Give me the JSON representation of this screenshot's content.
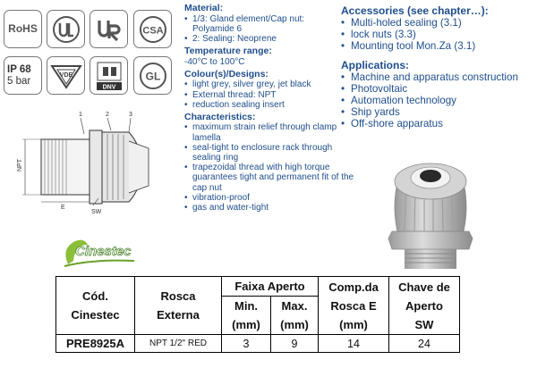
{
  "certifications": {
    "rohs": "RoHS",
    "ip": "IP 68",
    "pressure": "5 bar",
    "vde": "VDE",
    "gl": "GL",
    "dnv": "DNV",
    "csa": "CSA"
  },
  "drawing": {
    "dim_nums": [
      "1",
      "2",
      "3"
    ],
    "npt_label": "NPT",
    "e_label": "E",
    "sw_label": "SW"
  },
  "logo_text": "Cinestec",
  "material": {
    "heading": "Material:",
    "lines": [
      "1/3: Gland element/Cap nut:",
      "Polyamide 6",
      "2: Sealing: Neoprene"
    ]
  },
  "temperature": {
    "heading": "Temperature range:",
    "value": "-40°C to 100°C"
  },
  "colours": {
    "heading": "Colour(s)/Designs:",
    "items": [
      "light grey, silver grey, jet black",
      "External thread: NPT",
      "reduction sealing insert"
    ]
  },
  "characteristics": {
    "heading": "Characteristics:",
    "items": [
      "maximum strain relief through clamp lamella",
      "seal-tight to enclosure rack through sealing ring",
      "trapezoidal thread with high torque guarantees tight and permanent fit of the cap nut",
      "vibration-proof",
      "gas and water-tight"
    ]
  },
  "accessories": {
    "heading": "Accessories (see chapter…):",
    "items": [
      "Multi-holed sealing (3.1)",
      "lock nuts (3.3)",
      "Mounting tool Mon.Za (3.1)"
    ]
  },
  "applications": {
    "heading": "Applications:",
    "items": [
      "Machine and apparatus construction",
      "Photovoltaic",
      "Automation technology",
      "Ship yards",
      "Off-shore apparatus"
    ]
  },
  "table": {
    "h_cod": "Cód.",
    "h_cod2": "Cinestec",
    "h_rosca": "Rosca",
    "h_rosca2": "Externa",
    "h_faixa": "Faixa Aperto",
    "h_min": "Min.",
    "h_min2": "(mm)",
    "h_max": "Max.",
    "h_max2": "(mm)",
    "h_comp": "Comp.da",
    "h_comp2": "Rosca E",
    "h_comp3": "(mm)",
    "h_chave": "Chave de",
    "h_chave2": "Aperto",
    "h_chave3": "SW",
    "row": {
      "code": "PRE8925A",
      "thread": "NPT 1/2\" RED",
      "min": "3",
      "max": "9",
      "comp": "14",
      "sw": "24"
    }
  },
  "colors": {
    "text_blue": "#1f4e8c",
    "badge_grey": "#777777",
    "product_grey": "#c8c8c8"
  }
}
